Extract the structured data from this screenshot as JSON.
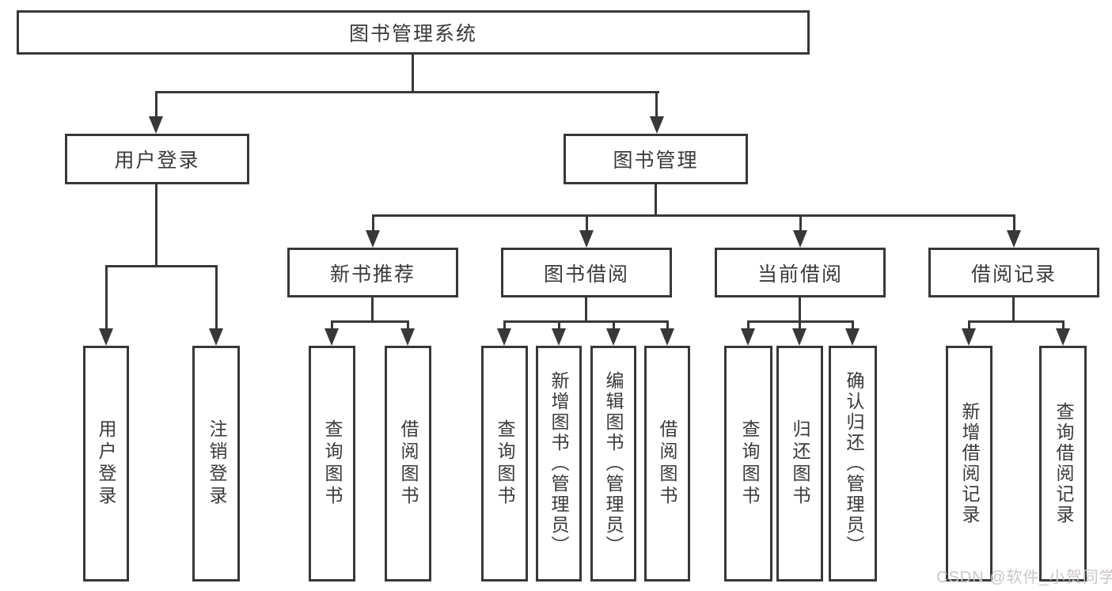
{
  "diagram_type": "hierarchy-tree",
  "nodes": {
    "root": {
      "label": "图书管理系统"
    },
    "level2": [
      {
        "label": "用户登录"
      },
      {
        "label": "图书管理"
      }
    ],
    "level3": [
      {
        "label": "新书推荐",
        "parent": "图书管理"
      },
      {
        "label": "图书借阅",
        "parent": "图书管理"
      },
      {
        "label": "当前借阅",
        "parent": "图书管理"
      },
      {
        "label": "借阅记录",
        "parent": "图书管理"
      }
    ],
    "leaves": [
      {
        "label": "用户登录",
        "parent": "用户登录"
      },
      {
        "label": "注销登录",
        "parent": "用户登录"
      },
      {
        "label": "查询图书",
        "parent": "新书推荐"
      },
      {
        "label": "借阅图书",
        "parent": "新书推荐"
      },
      {
        "label": "查询图书",
        "parent": "图书借阅"
      },
      {
        "label": "新增图书（管理员）",
        "parent": "图书借阅"
      },
      {
        "label": "编辑图书（管理员）",
        "parent": "图书借阅"
      },
      {
        "label": "借阅图书",
        "parent": "图书借阅"
      },
      {
        "label": "查询图书",
        "parent": "当前借阅"
      },
      {
        "label": "归还图书",
        "parent": "当前借阅"
      },
      {
        "label": "确认归还（管理员）",
        "parent": "当前借阅"
      },
      {
        "label": "新增借阅记录",
        "parent": "借阅记录"
      },
      {
        "label": "查询借阅记录",
        "parent": "借阅记录"
      }
    ]
  },
  "watermark": {
    "text": "CSDN @软件_小贺同学"
  },
  "colors": {
    "line": "#383838",
    "text": "#3a3a3a",
    "background": "#ffffff",
    "watermark": "#ccc6c6"
  }
}
